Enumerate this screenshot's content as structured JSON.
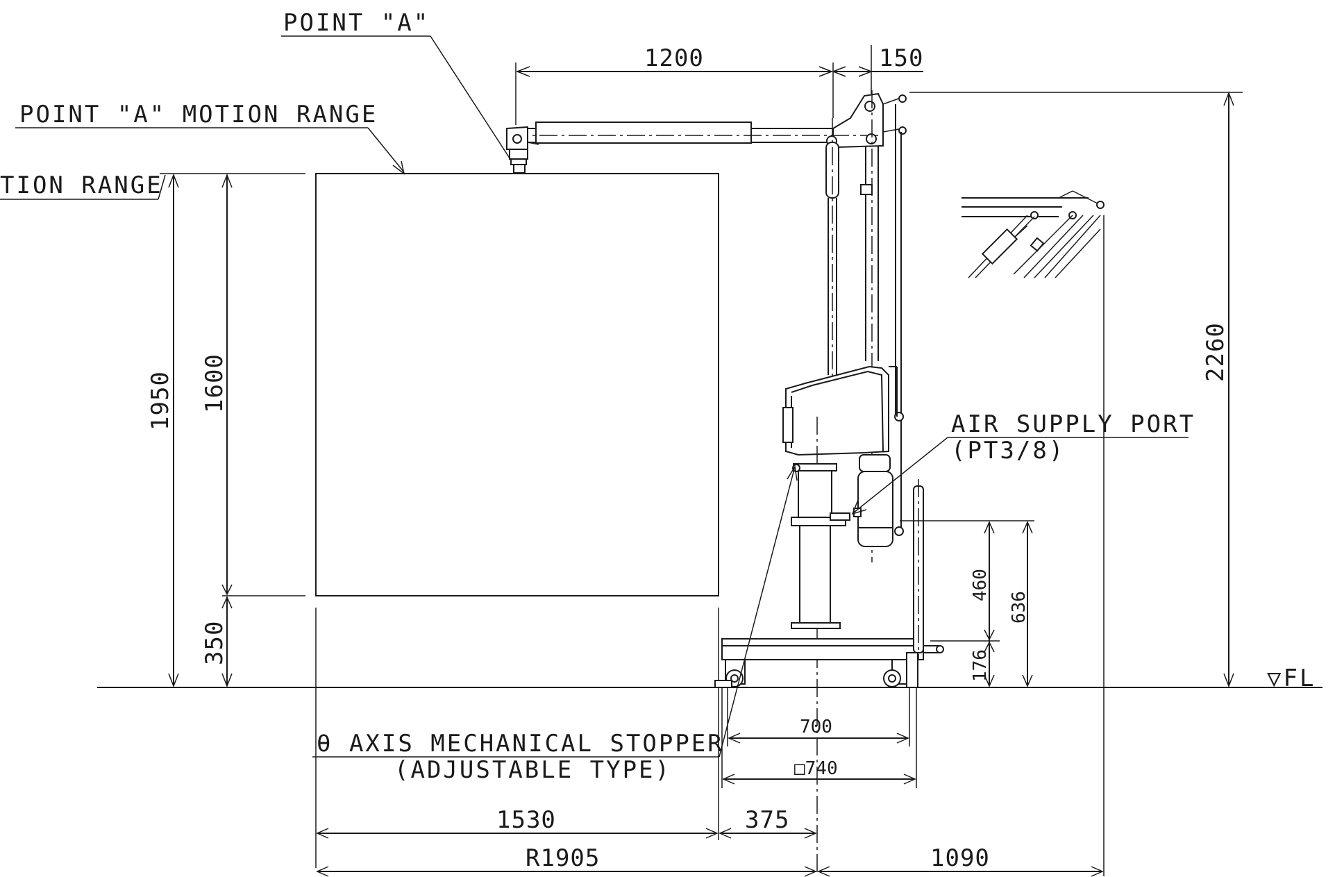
{
  "labels": {
    "point_a": "POINT \"A\"",
    "point_a_motion_range": "POINT \"A\" MOTION RANGE",
    "motion_range_cut": "TION RANGE",
    "air_supply_port": "AIR SUPPLY PORT",
    "air_supply_spec": "(PT3/8)",
    "theta_stopper": "θ AXIS MECHANICAL STOPPER",
    "theta_stopper_type": "(ADJUSTABLE TYPE)",
    "floor_level": "▽FL"
  },
  "dimensions": {
    "arm_reach": "1200",
    "arm_offset": "150",
    "total_height": "2260",
    "range_height_outer": "1950",
    "range_height_inner": "1600",
    "range_bottom": "350",
    "base_height_460": "460",
    "base_height_636": "636",
    "base_height_176": "176",
    "base_width": "700",
    "base_square": "□740",
    "range_width": "1530",
    "base_half": "375",
    "radius": "R1905",
    "right_extent": "1090"
  },
  "colors": {
    "line": "#1a1a1a",
    "background": "#ffffff"
  }
}
